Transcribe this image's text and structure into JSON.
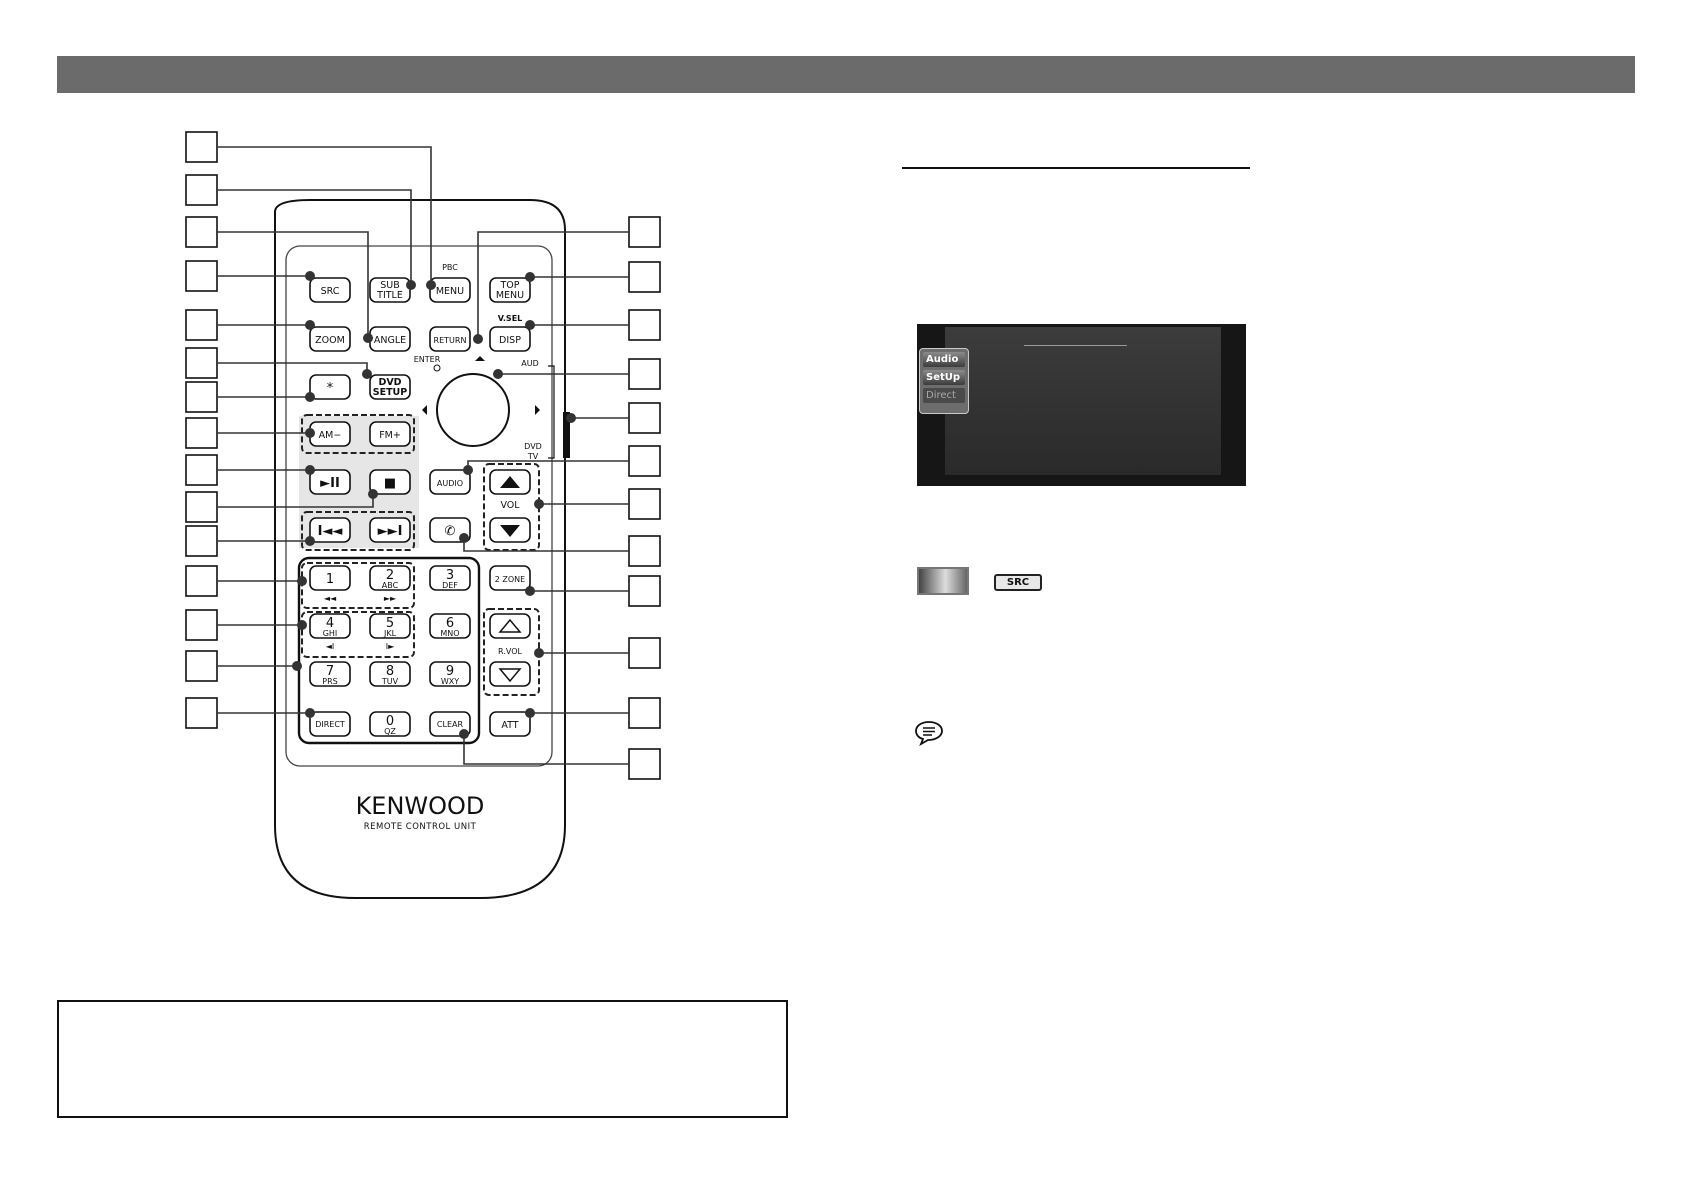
{
  "remote": {
    "brand": "KENWOOD",
    "subtitle": "REMOTE CONTROL UNIT",
    "buttons": {
      "src": "SRC",
      "sub1": "SUB",
      "sub2": "TITLE",
      "pbc": "PBC",
      "menu": "MENU",
      "top1": "TOP",
      "top2": "MENU",
      "zoom": "ZOOM",
      "angle": "ANGLE",
      "return": "RETURN",
      "vsel": "V.SEL",
      "disp": "DISP",
      "enter": "ENTER",
      "aud": "AUD",
      "star": "*",
      "dvd1": "DVD",
      "dvd2": "SETUP",
      "am": "AM−",
      "fm": "FM+",
      "dvdtv1": "DVD",
      "dvdtv2": "TV",
      "audio": "AUDIO",
      "vol": "VOL",
      "play": "►II",
      "stop": "■",
      "prev": "I◄◄",
      "next": "►►I",
      "n1": "1",
      "n2": "2",
      "n2s": "ABC",
      "n3": "3",
      "n3s": "DEF",
      "zone2": "2 ZONE",
      "n4": "4",
      "n4s": "GHI",
      "n5": "5",
      "n5s": "JKL",
      "n6": "6",
      "n6s": "MNO",
      "rvol": "R.VOL",
      "n7": "7",
      "n7s": "PRS",
      "n8": "8",
      "n8s": "TUV",
      "n9": "9",
      "n9s": "WXY",
      "direct": "DIRECT",
      "n0": "0",
      "n0s": "QZ",
      "clear": "CLEAR",
      "att": "ATT",
      "rew": "◄◄",
      "ff": "►►",
      "slowrev": "◄I",
      "slowfwd": "I►"
    }
  },
  "screen": {
    "menu": [
      "Audio",
      "SetUp",
      "Direct"
    ]
  },
  "src_icon": "SRC"
}
